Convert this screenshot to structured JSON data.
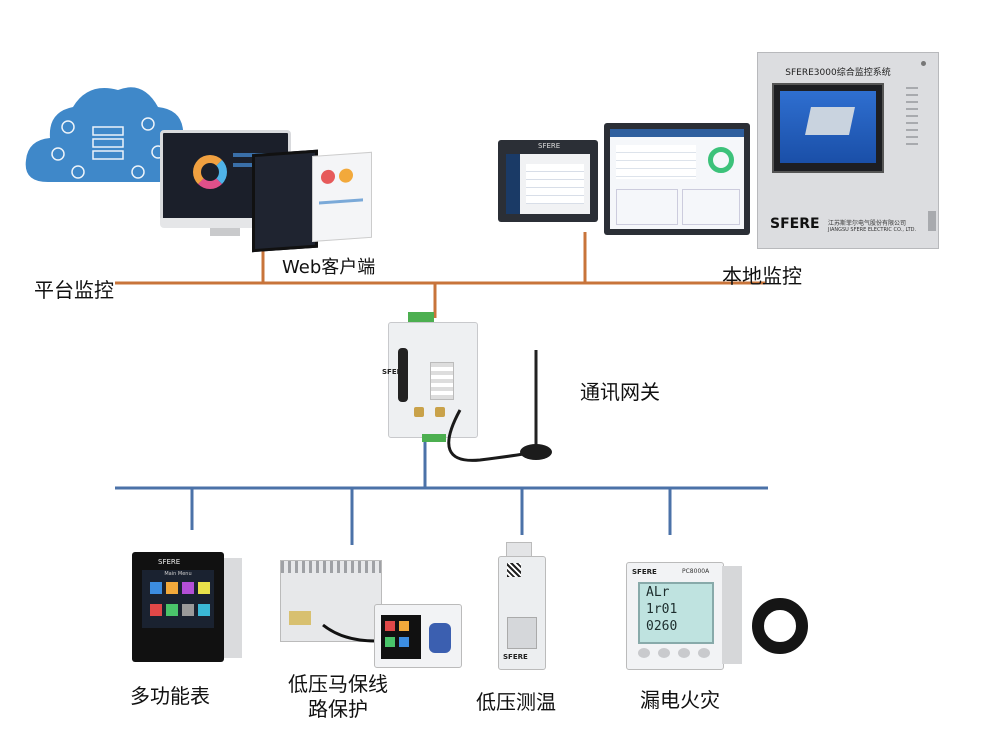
{
  "top_labels": {
    "platform": "平台监控",
    "web_client": "Web客户端",
    "local": "本地监控"
  },
  "gateway": {
    "label": "通讯网关",
    "brand": "SFERE"
  },
  "cabinet": {
    "title": "SFERE3000综合监控系统",
    "brand": "SFERE",
    "company_cn": "江苏斯菲尔电气股份有限公司",
    "company_en": "JIANGSU SFERE ELECTRIC CO., LTD."
  },
  "devices": [
    {
      "label": "多功能表",
      "brand": "SFERE",
      "menu_title": "Main Menu"
    },
    {
      "label": "低压马保线路保护"
    },
    {
      "label": "低压测温",
      "brand": "SFERE"
    },
    {
      "label": "漏电火灾",
      "brand": "SFERE",
      "model": "PC8000A",
      "lcd_lines": [
        "ALr",
        "1r01",
        "0260"
      ]
    }
  ],
  "colors": {
    "top_bus": "#c8743a",
    "bottom_bus": "#4b72a8",
    "cloud": "#3f88c9",
    "cabinet": "#dcdde0"
  }
}
